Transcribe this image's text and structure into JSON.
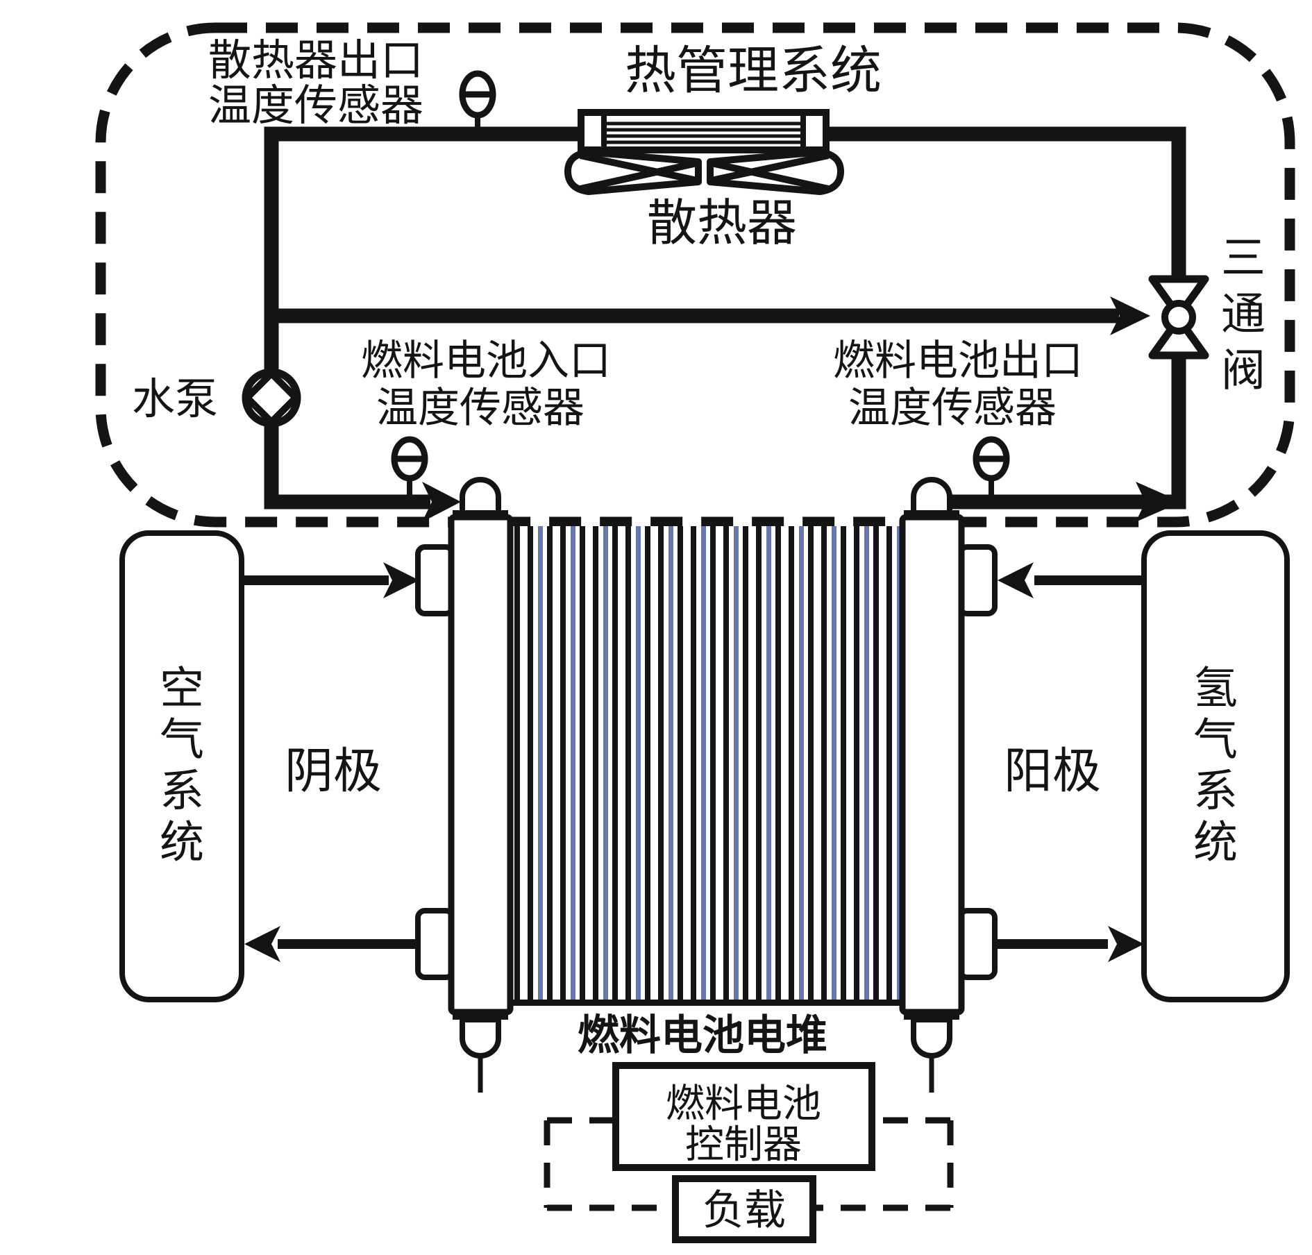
{
  "page": {
    "background": "#ffffff"
  },
  "colors": {
    "line": "#141414",
    "plate_blue": "#6877ad",
    "background": "#ffffff"
  },
  "thermal_management": {
    "title": "热管理系统",
    "radiator_label": "散热器",
    "radiator_outlet_sensor_label": [
      "散热器出口",
      "温度传感器"
    ],
    "three_way_valve_label": [
      "三",
      "通",
      "阀"
    ],
    "water_pump_label": "水泵",
    "fc_inlet_sensor_label": [
      "燃料电池入口",
      "温度传感器"
    ],
    "fc_outlet_sensor_label": [
      "燃料电池出口",
      "温度传感器"
    ]
  },
  "stack": {
    "label": "燃料电池电堆",
    "cathode_label": "阴极",
    "anode_label": "阳极"
  },
  "air_system": {
    "label": [
      "空",
      "气",
      "系",
      "统"
    ]
  },
  "hydrogen_system": {
    "label": [
      "氢",
      "气",
      "系",
      "统"
    ]
  },
  "control": {
    "controller_label": [
      "燃料电池",
      "控制器"
    ],
    "load_label": "负载"
  }
}
